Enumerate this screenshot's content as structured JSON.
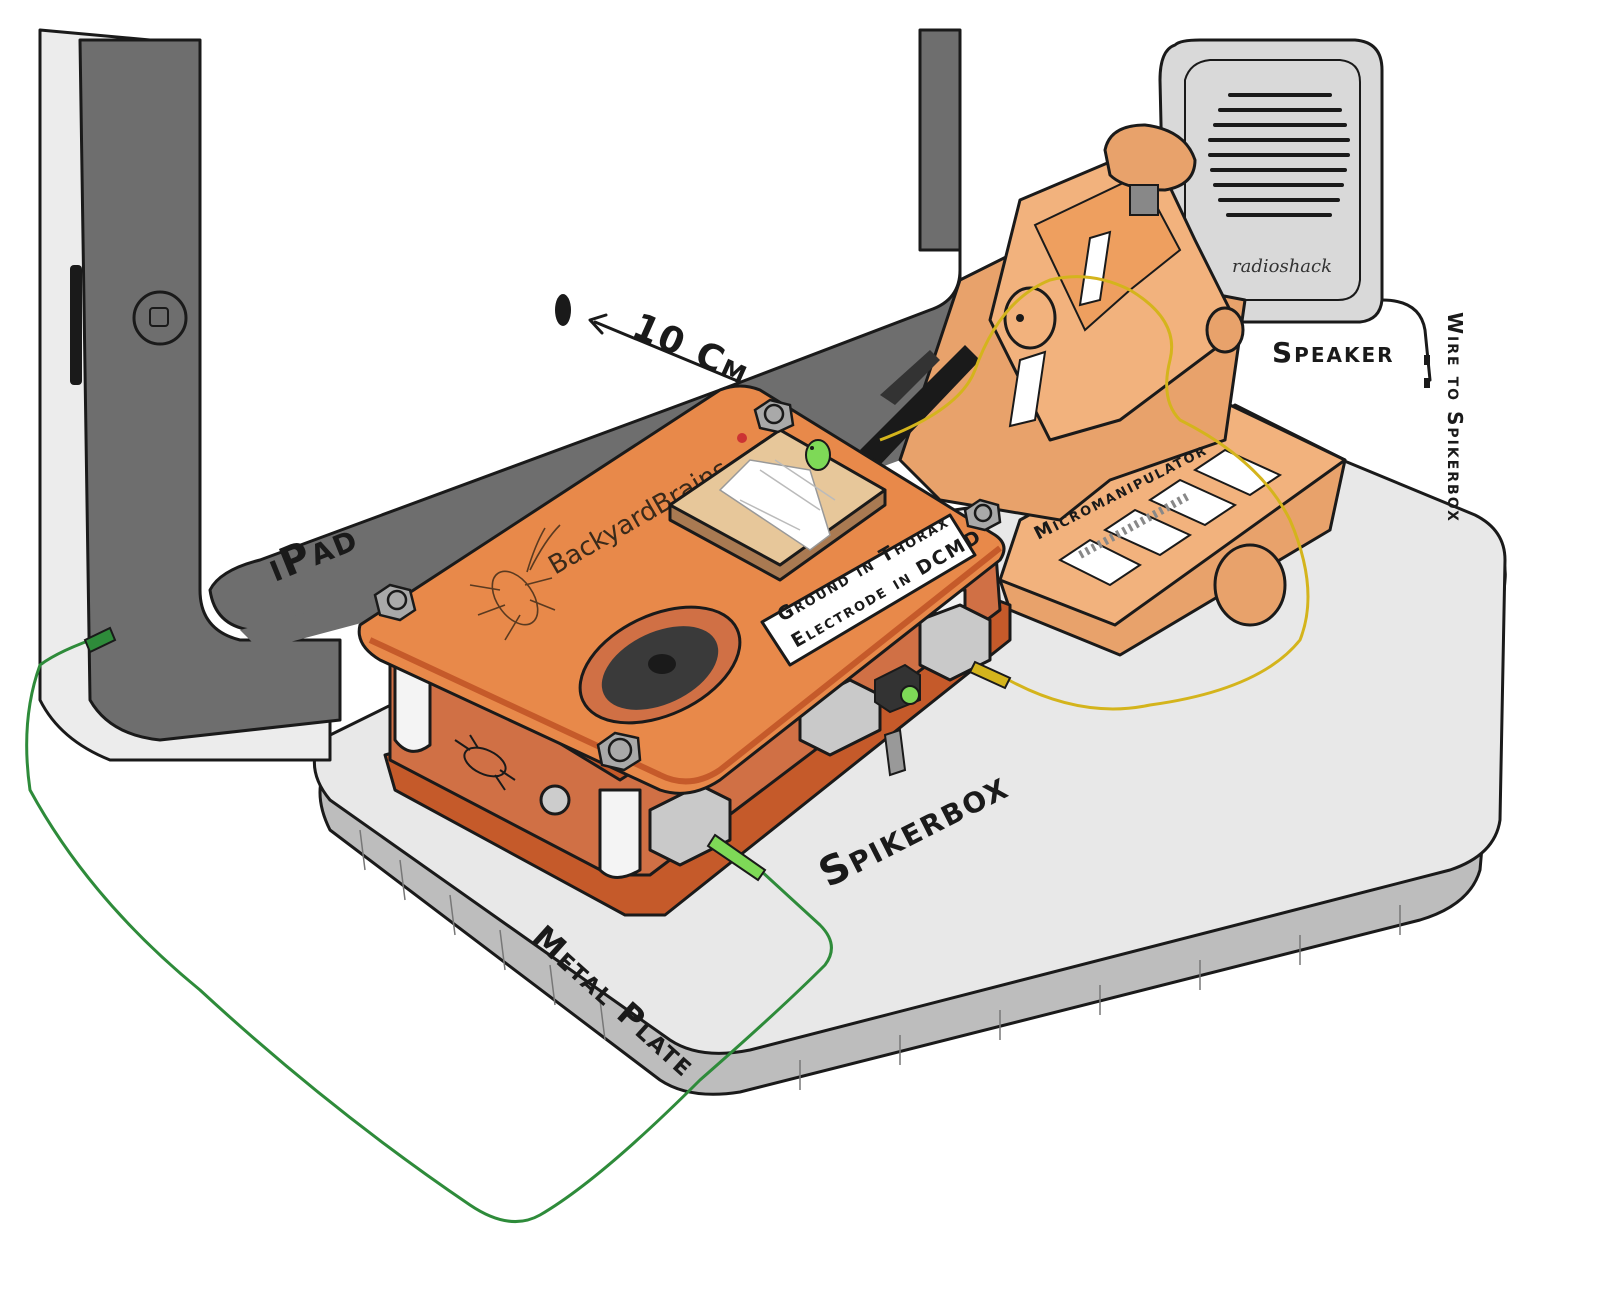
{
  "labels": {
    "ipad": "iPad",
    "distance": "10 Cm",
    "brand": "BackyardBrains",
    "note_line1": "Ground in Thorax",
    "note_line2": "Electrode in DCMD",
    "micromanipulator": "Micromanipulator",
    "speaker": "Speaker",
    "speaker_brand": "radioshack",
    "wire_to_spikerbox": "Wire to Spikerbox",
    "spikerbox": "Spikerbox",
    "metal_plate": "Metal Plate"
  },
  "colors": {
    "outline": "#1a1a1a",
    "ipad_frame": "#6e6e6e",
    "ipad_body": "#ececec",
    "metal_plate": "#e8e8e8",
    "plate_edge": "#bdbdbd",
    "spikerbox_orange": "#e8894a",
    "spikerbox_dark": "#c55a2a",
    "micromanipulator": "#f2b27d",
    "speaker_grey": "#d9d9d9",
    "green_wire": "#2e8b3a",
    "yellow_wire": "#d4b41c",
    "led_green": "#7ed957"
  },
  "icons": [
    "cockroach-icon",
    "home-button-icon",
    "arrow-icon"
  ]
}
